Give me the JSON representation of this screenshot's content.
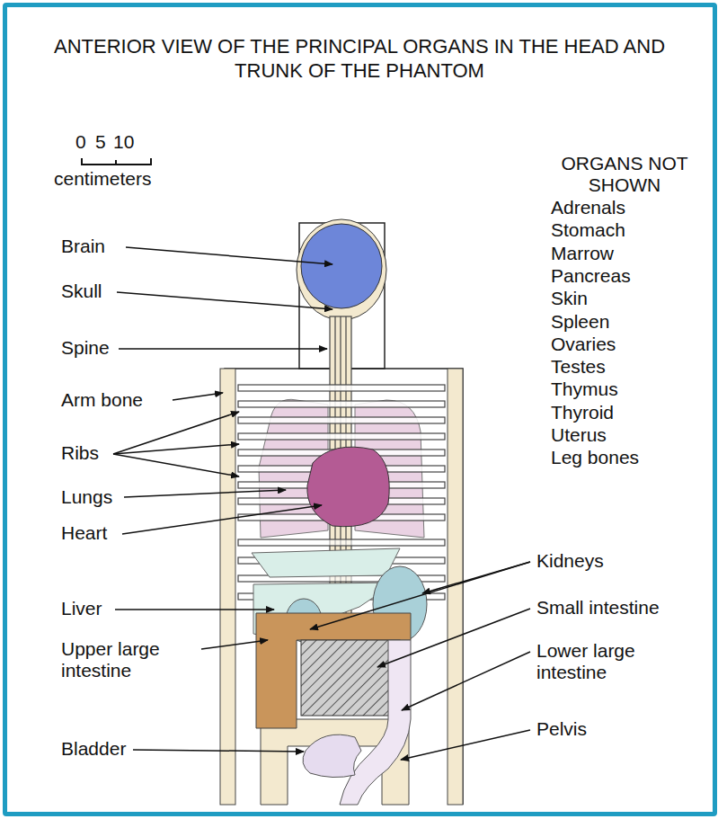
{
  "diagram": {
    "title": "ANTERIOR VIEW OF THE PRINCIPAL ORGANS IN THE HEAD AND TRUNK OF THE PHANTOM",
    "labels": [
      "0",
      "5",
      "10",
      "centimeters",
      "ORGANS NOT SHOWN",
      "Adrenals",
      "Stomach",
      "Marrow",
      "Pancreas",
      "Skin",
      "Spleen",
      "Ovaries",
      "Testes",
      "Thymus",
      "Thyroid",
      "Uterus",
      "Leg bones",
      "Brain",
      "Skull",
      "Spine",
      "Arm bone",
      "Ribs",
      "Lungs",
      "Heart",
      "Liver",
      "Upper large intestine",
      "Bladder",
      "Kidneys",
      "Small intestine",
      "Lower large intestine",
      "Pelvis"
    ]
  }
}
